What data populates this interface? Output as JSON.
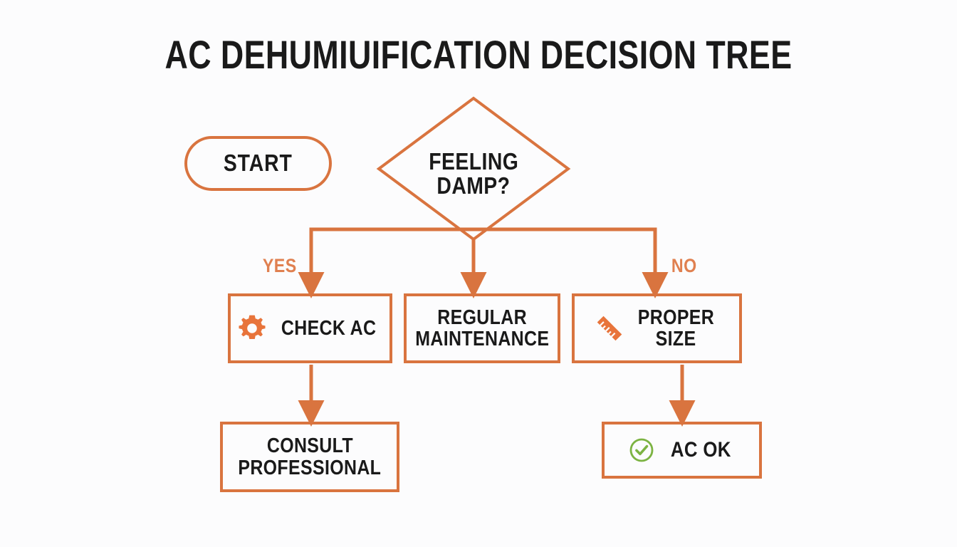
{
  "title": "AC DEHUMIUIFICATION DECISION TREE",
  "theme": {
    "accent": "#D9743F",
    "accent_light": "#E08050",
    "text": "#1a1a1a",
    "success": "#7CB342",
    "background": "#fcfcfd"
  },
  "nodes": {
    "start": {
      "label": "START",
      "shape": "rounded-pill"
    },
    "decision": {
      "line1": "FEELING",
      "line2": "DAMP?",
      "shape": "diamond"
    },
    "check_ac": {
      "label": "CHECK AC",
      "icon": "gear-icon",
      "shape": "rectangle"
    },
    "regular_maintenance": {
      "line1": "REGULAR",
      "line2": "MAINTENANCE",
      "icon": null,
      "shape": "rectangle"
    },
    "proper_size": {
      "line1": "PROPER",
      "line2": "SIZE",
      "icon": "ruler-icon",
      "shape": "rectangle"
    },
    "consult_professional": {
      "line1": "CONSULT",
      "line2": "PROFESSIONAL",
      "icon": null,
      "shape": "rectangle"
    },
    "ac_ok": {
      "label": "AC OK",
      "icon": "check-circle-icon",
      "shape": "rectangle"
    }
  },
  "branches": {
    "yes_label": "YES",
    "no_label": "NO"
  },
  "edges": [
    {
      "from": "decision",
      "to": "check_ac",
      "label": "YES"
    },
    {
      "from": "decision",
      "to": "regular_maintenance",
      "label": ""
    },
    {
      "from": "decision",
      "to": "proper_size",
      "label": "NO"
    },
    {
      "from": "check_ac",
      "to": "consult_professional",
      "label": ""
    },
    {
      "from": "proper_size",
      "to": "ac_ok",
      "label": ""
    }
  ]
}
